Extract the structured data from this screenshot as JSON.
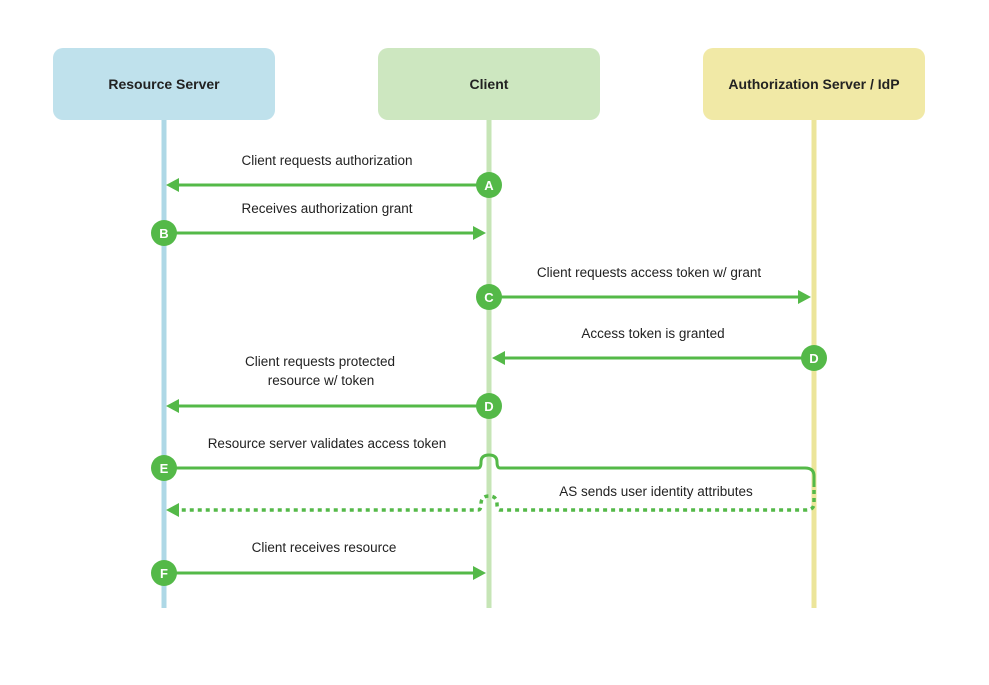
{
  "actors": [
    {
      "label": "Resource Server",
      "color": "#bfe1ec",
      "lifeline_color": "#aed8e6"
    },
    {
      "label": "Client",
      "color": "#cde7c0",
      "lifeline_color": "#c6e5b6"
    },
    {
      "label": "Authorization Server / IdP",
      "color": "#f1e9a6",
      "lifeline_color": "#ece59a"
    }
  ],
  "accent": "#54b948",
  "steps": [
    {
      "badge": "A",
      "label": "Client requests authorization"
    },
    {
      "badge": "B",
      "label": "Receives authorization grant"
    },
    {
      "badge": "C",
      "label": "Client requests access token w/ grant"
    },
    {
      "badge": "D",
      "label": "Access token is granted"
    },
    {
      "badge": "D",
      "label_line1": "Client requests protected",
      "label_line2": "resource w/ token"
    },
    {
      "badge": "E",
      "label": "Resource server validates access token"
    },
    {
      "label": "AS sends user identity attributes"
    },
    {
      "badge": "F",
      "label": "Client receives resource"
    }
  ]
}
